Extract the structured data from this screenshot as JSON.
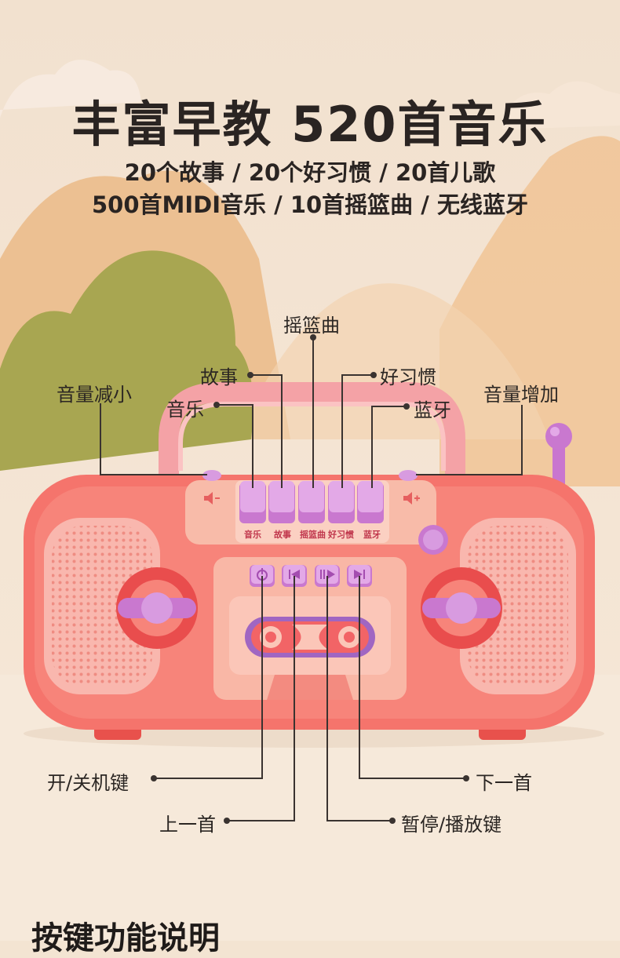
{
  "header": {
    "title": "丰富早教 520首音乐",
    "subtitle_line1": "20个故事 / 20个好习惯 / 20首儿歌",
    "subtitle_line2": "500首MIDI音乐 / 10首摇篮曲 / 无线蓝牙"
  },
  "callouts": {
    "lullaby": "摇篮曲",
    "story": "故事",
    "habit": "好习惯",
    "volume_down": "音量减小",
    "music": "音乐",
    "bluetooth": "蓝牙",
    "volume_up": "音量增加",
    "power": "开/关机键",
    "next": "下一首",
    "previous": "上一首",
    "pause_play": "暂停/播放键"
  },
  "device_buttons": {
    "music": "音乐",
    "story": "故事",
    "lullaby": "摇篮曲",
    "habit": "好习惯",
    "bluetooth": "蓝牙"
  },
  "footer": {
    "section_title": "按键功能说明"
  },
  "colors": {
    "body": "#f5746c",
    "body_dark": "#e8544f",
    "panel": "#f8b8a8",
    "button_purple": "#d89be0",
    "knob": "#c978cf",
    "hill_green": "#a4a552",
    "hill_orange": "#e9b078"
  },
  "icons": [
    "power-icon",
    "previous-icon",
    "play-pause-icon",
    "next-icon",
    "volume-down-icon",
    "volume-up-icon"
  ]
}
